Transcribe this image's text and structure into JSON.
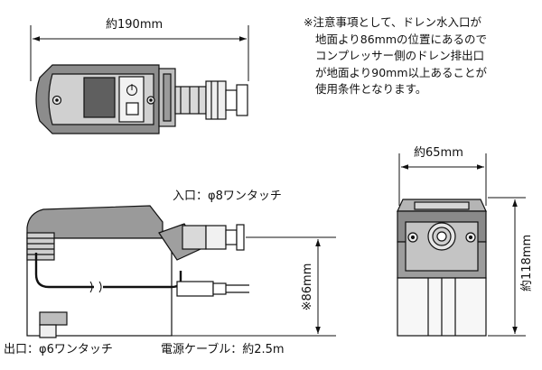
{
  "dimensions": {
    "top_width": "約190mm",
    "front_width": "約65mm",
    "front_height": "約118mm",
    "inlet_height": "※86mm"
  },
  "note_lines": [
    "※注意事項として、ドレン水入口が",
    "地面より86mmの位置にあるので",
    "コンプレッサー側のドレン排出口",
    "が地面より90mm以上あることが",
    "使用条件となります。"
  ],
  "labels": {
    "inlet": "入口：φ8ワンタッチ",
    "outlet": "出口：φ6ワンタッチ",
    "cable": "電源ケーブル：約2.5m"
  },
  "icons": [
    "power-symbol-icon",
    "power-plug-icon"
  ]
}
